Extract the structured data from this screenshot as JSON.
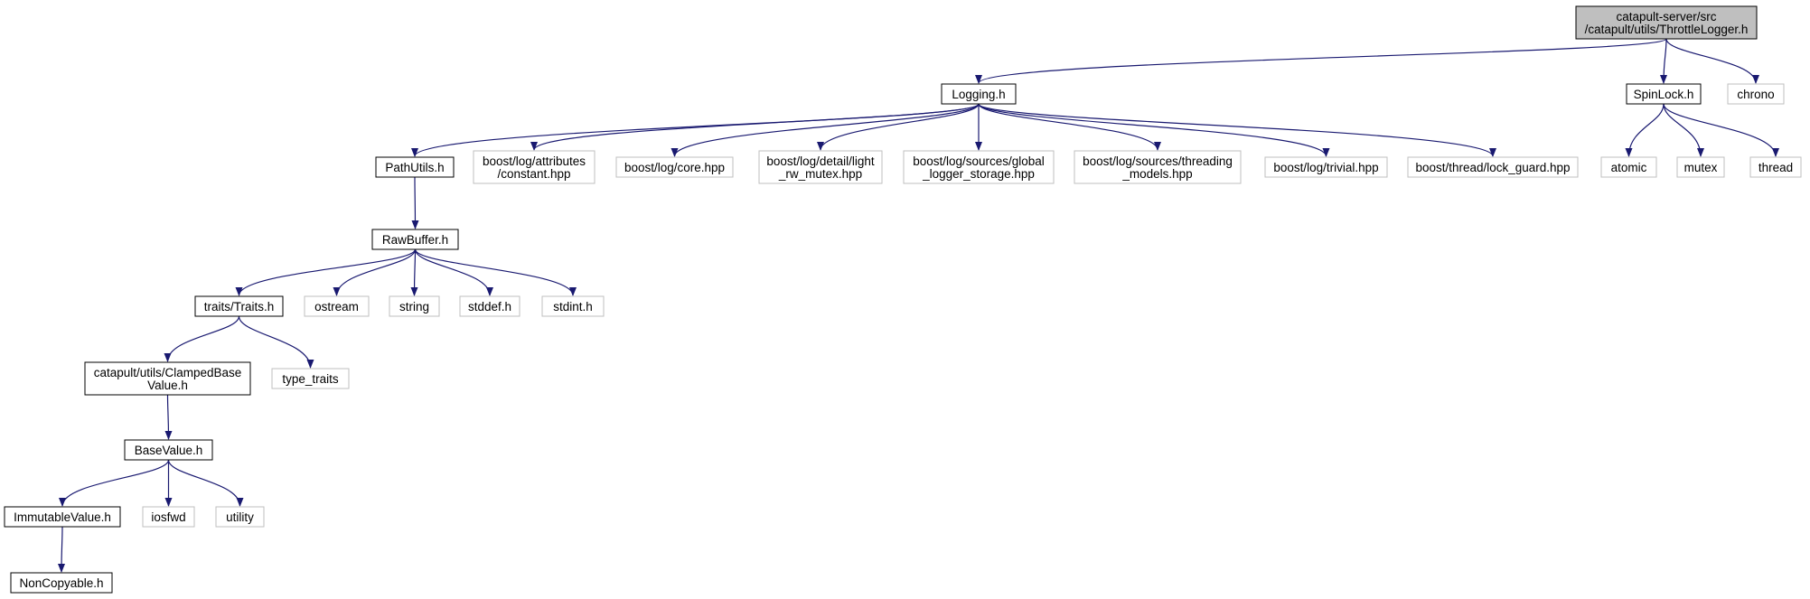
{
  "colors": {
    "edge": "#191970",
    "root_fill": "#bfbfbf",
    "node_border": "#000000",
    "external_border": "#bfbfbf",
    "background": "#ffffff"
  },
  "nodes": [
    {
      "id": "throttle_logger",
      "lines": [
        "catapult-server/src",
        "/catapult/utils/ThrottleLogger.h"
      ],
      "kind": "root"
    },
    {
      "id": "logging",
      "lines": [
        "Logging.h"
      ],
      "kind": "local"
    },
    {
      "id": "spinlock",
      "lines": [
        "SpinLock.h"
      ],
      "kind": "local"
    },
    {
      "id": "chrono",
      "lines": [
        "chrono"
      ],
      "kind": "external"
    },
    {
      "id": "pathutils",
      "lines": [
        "PathUtils.h"
      ],
      "kind": "local"
    },
    {
      "id": "boost_attr_constant",
      "lines": [
        "boost/log/attributes",
        "/constant.hpp"
      ],
      "kind": "external"
    },
    {
      "id": "boost_core",
      "lines": [
        "boost/log/core.hpp"
      ],
      "kind": "external"
    },
    {
      "id": "boost_light_rw_mutex",
      "lines": [
        "boost/log/detail/light",
        "_rw_mutex.hpp"
      ],
      "kind": "external"
    },
    {
      "id": "boost_global_logger",
      "lines": [
        "boost/log/sources/global",
        "_logger_storage.hpp"
      ],
      "kind": "external"
    },
    {
      "id": "boost_threading_models",
      "lines": [
        "boost/log/sources/threading",
        "_models.hpp"
      ],
      "kind": "external"
    },
    {
      "id": "boost_trivial",
      "lines": [
        "boost/log/trivial.hpp"
      ],
      "kind": "external"
    },
    {
      "id": "boost_lock_guard",
      "lines": [
        "boost/thread/lock_guard.hpp"
      ],
      "kind": "external"
    },
    {
      "id": "atomic",
      "lines": [
        "atomic"
      ],
      "kind": "external"
    },
    {
      "id": "mutex",
      "lines": [
        "mutex"
      ],
      "kind": "external"
    },
    {
      "id": "thread",
      "lines": [
        "thread"
      ],
      "kind": "external"
    },
    {
      "id": "rawbuffer",
      "lines": [
        "RawBuffer.h"
      ],
      "kind": "local"
    },
    {
      "id": "traits",
      "lines": [
        "traits/Traits.h"
      ],
      "kind": "local"
    },
    {
      "id": "ostream",
      "lines": [
        "ostream"
      ],
      "kind": "external"
    },
    {
      "id": "string",
      "lines": [
        "string"
      ],
      "kind": "external"
    },
    {
      "id": "stddef",
      "lines": [
        "stddef.h"
      ],
      "kind": "external"
    },
    {
      "id": "stdint",
      "lines": [
        "stdint.h"
      ],
      "kind": "external"
    },
    {
      "id": "clamped_base_value",
      "lines": [
        "catapult/utils/ClampedBase",
        "Value.h"
      ],
      "kind": "local"
    },
    {
      "id": "type_traits",
      "lines": [
        "type_traits"
      ],
      "kind": "external"
    },
    {
      "id": "base_value",
      "lines": [
        "BaseValue.h"
      ],
      "kind": "local"
    },
    {
      "id": "immutable_value",
      "lines": [
        "ImmutableValue.h"
      ],
      "kind": "local"
    },
    {
      "id": "iosfwd",
      "lines": [
        "iosfwd"
      ],
      "kind": "external"
    },
    {
      "id": "utility",
      "lines": [
        "utility"
      ],
      "kind": "external"
    },
    {
      "id": "noncopyable",
      "lines": [
        "NonCopyable.h"
      ],
      "kind": "local"
    }
  ],
  "edges": [
    [
      "throttle_logger",
      "logging"
    ],
    [
      "throttle_logger",
      "spinlock"
    ],
    [
      "throttle_logger",
      "chrono"
    ],
    [
      "logging",
      "pathutils"
    ],
    [
      "logging",
      "boost_attr_constant"
    ],
    [
      "logging",
      "boost_core"
    ],
    [
      "logging",
      "boost_light_rw_mutex"
    ],
    [
      "logging",
      "boost_global_logger"
    ],
    [
      "logging",
      "boost_threading_models"
    ],
    [
      "logging",
      "boost_trivial"
    ],
    [
      "logging",
      "boost_lock_guard"
    ],
    [
      "spinlock",
      "atomic"
    ],
    [
      "spinlock",
      "mutex"
    ],
    [
      "spinlock",
      "thread"
    ],
    [
      "pathutils",
      "rawbuffer"
    ],
    [
      "rawbuffer",
      "traits"
    ],
    [
      "rawbuffer",
      "ostream"
    ],
    [
      "rawbuffer",
      "string"
    ],
    [
      "rawbuffer",
      "stddef"
    ],
    [
      "rawbuffer",
      "stdint"
    ],
    [
      "traits",
      "clamped_base_value"
    ],
    [
      "traits",
      "type_traits"
    ],
    [
      "clamped_base_value",
      "base_value"
    ],
    [
      "base_value",
      "immutable_value"
    ],
    [
      "base_value",
      "iosfwd"
    ],
    [
      "base_value",
      "utility"
    ],
    [
      "immutable_value",
      "noncopyable"
    ]
  ]
}
